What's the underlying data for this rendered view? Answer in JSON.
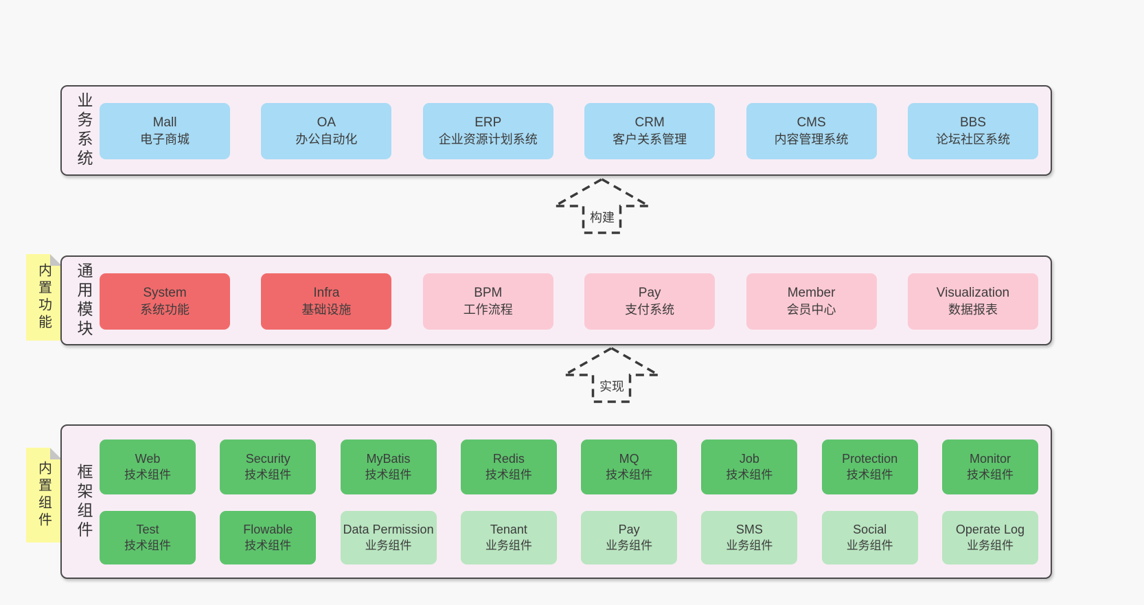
{
  "palette": {
    "page_bg": "#f8f8f8",
    "container_bg": "#f8edf5",
    "container_border": "#4a4a4a",
    "business_box": "#a8dbf5",
    "core_module_box": "#f16a6b",
    "optional_module_box": "#fbc9d4",
    "tech_component_box": "#5dc46c",
    "biz_component_box": "#b9e5c0",
    "sticky_note": "#fcfa9e",
    "text": "#3c3c3c"
  },
  "arrows": {
    "build": "构建",
    "implement": "实现"
  },
  "layers": {
    "business": {
      "label": "业务系统",
      "boxes": [
        {
          "name": "Mall",
          "desc": "电子商城"
        },
        {
          "name": "OA",
          "desc": "办公自动化"
        },
        {
          "name": "ERP",
          "desc": "企业资源计划系统"
        },
        {
          "name": "CRM",
          "desc": "客户关系管理"
        },
        {
          "name": "CMS",
          "desc": "内容管理系统"
        },
        {
          "name": "BBS",
          "desc": "论坛社区系统"
        }
      ]
    },
    "modules": {
      "label": "通用模块",
      "note": "内置功能",
      "boxes": [
        {
          "name": "System",
          "desc": "系统功能"
        },
        {
          "name": "Infra",
          "desc": "基础设施"
        },
        {
          "name": "BPM",
          "desc": "工作流程"
        },
        {
          "name": "Pay",
          "desc": "支付系统"
        },
        {
          "name": "Member",
          "desc": "会员中心"
        },
        {
          "name": "Visualization",
          "desc": "数据报表"
        }
      ]
    },
    "components": {
      "label": "框架组件",
      "note": "内置组件",
      "row1": [
        {
          "name": "Web",
          "desc": "技术组件"
        },
        {
          "name": "Security",
          "desc": "技术组件"
        },
        {
          "name": "MyBatis",
          "desc": "技术组件"
        },
        {
          "name": "Redis",
          "desc": "技术组件"
        },
        {
          "name": "MQ",
          "desc": "技术组件"
        },
        {
          "name": "Job",
          "desc": "技术组件"
        },
        {
          "name": "Protection",
          "desc": "技术组件"
        },
        {
          "name": "Monitor",
          "desc": "技术组件"
        }
      ],
      "row2": [
        {
          "name": "Test",
          "desc": "技术组件"
        },
        {
          "name": "Flowable",
          "desc": "技术组件"
        },
        {
          "name": "Data Permission",
          "desc": "业务组件"
        },
        {
          "name": "Tenant",
          "desc": "业务组件"
        },
        {
          "name": "Pay",
          "desc": "业务组件"
        },
        {
          "name": "SMS",
          "desc": "业务组件"
        },
        {
          "name": "Social",
          "desc": "业务组件"
        },
        {
          "name": "Operate Log",
          "desc": "业务组件"
        }
      ]
    }
  }
}
